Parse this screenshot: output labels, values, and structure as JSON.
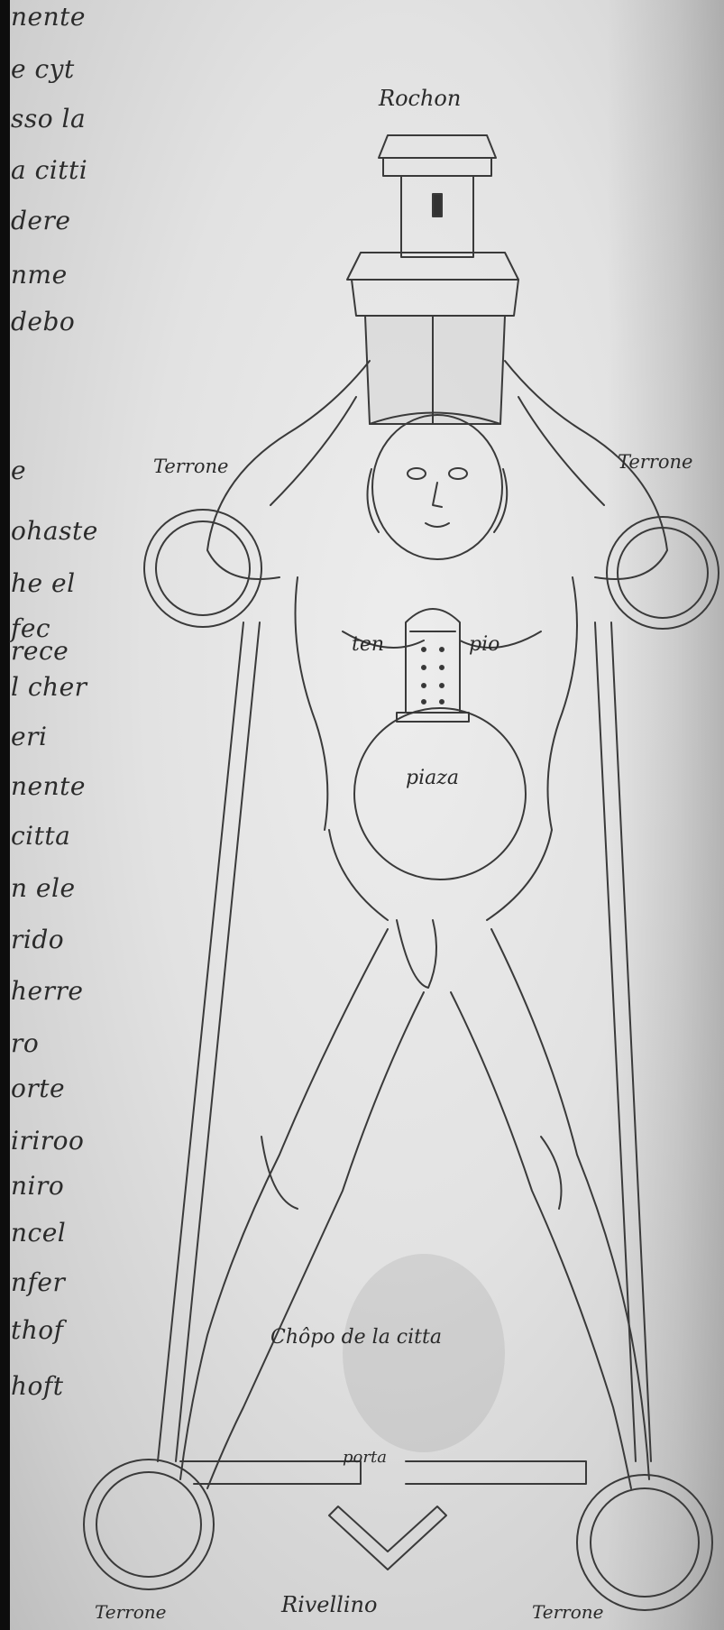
{
  "labels": {
    "top": "Rochon",
    "tower_left": "Terrone",
    "tower_right": "Terrone",
    "temple_left": "ten",
    "temple_right": "pio",
    "piazza": "piaza",
    "body": "Chôpo de la citta",
    "gate": "porta",
    "bottom_center": "Rivellino",
    "bottom_left": "Terrone",
    "bottom_right": "Terrone"
  },
  "margin": [
    "nente",
    "e cyt",
    "sso la",
    "a citti",
    "dere",
    "nme",
    "debo",
    "e",
    "ohaste",
    "he el",
    "fec",
    "rece",
    "l cher",
    "eri",
    "nente",
    "citta",
    "n ele",
    "rido",
    "herre",
    "ro",
    "orte",
    "iriroo",
    "niro",
    "ncel",
    "nfer",
    "thof",
    "hoft"
  ]
}
